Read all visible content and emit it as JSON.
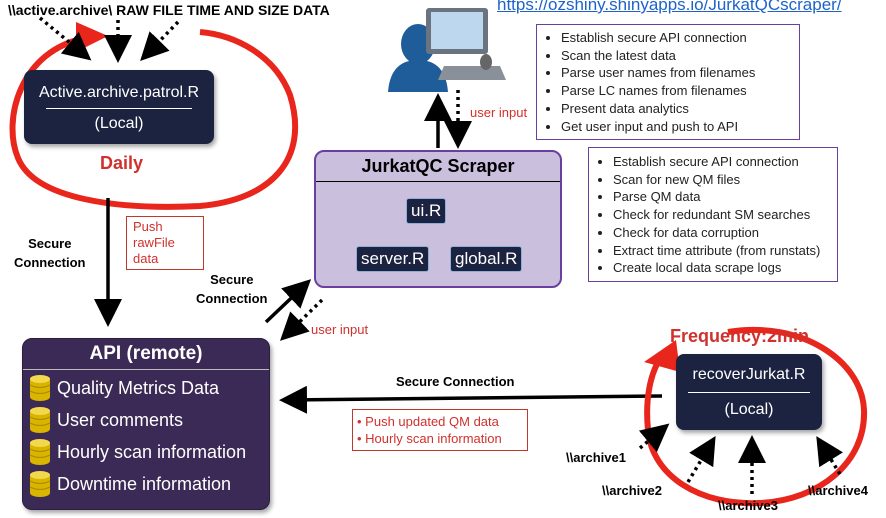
{
  "source_header": "\\\\active.archive\\ RAW FILE TIME AND SIZE  DATA",
  "url": "https://ozshiny.shinyapps.io/JurkatQCscraper/",
  "patrol": {
    "title": "Active.archive.patrol.R",
    "subtitle": "(Local)",
    "cycle_label": "Daily"
  },
  "push_raw": "Push\nrawFile\ndata",
  "secure_connection": "Secure\nConnection",
  "secure_connection_single": "Secure Connection",
  "user_input": "user input",
  "scraper": {
    "title": "JurkatQC Scraper",
    "files": [
      "ui.R",
      "server.R",
      "global.R"
    ]
  },
  "app_tasks": [
    "Establish secure API connection",
    "Scan the latest data",
    "Parse user names from filenames",
    "Parse LC names from filenames",
    "Present data analytics",
    "Get user input and push to API"
  ],
  "scraper_tasks": [
    "Establish secure API connection",
    "Scan for new QM files",
    "Parse QM data",
    "Check for redundant SM searches",
    "Check for data corruption",
    "Extract time attribute (from runstats)",
    "Create local data scrape logs"
  ],
  "api": {
    "title": "API (remote)",
    "items": [
      "Quality Metrics Data",
      "User comments",
      "Hourly scan information",
      "Downtime information"
    ]
  },
  "push_updates": [
    "Push updated QM data",
    "Hourly scan information"
  ],
  "recover": {
    "title": "recoverJurkat.R",
    "subtitle": "(Local)",
    "frequency": "Frequency:2min"
  },
  "archives": [
    "\\\\archive1",
    "\\\\archive2",
    "\\\\archive3",
    "\\\\archive4"
  ],
  "colors": {
    "navy": "#1c2340",
    "red_cycle": "#e8261c",
    "purple": "#6a3fa0",
    "lavender": "#cbbfde"
  }
}
